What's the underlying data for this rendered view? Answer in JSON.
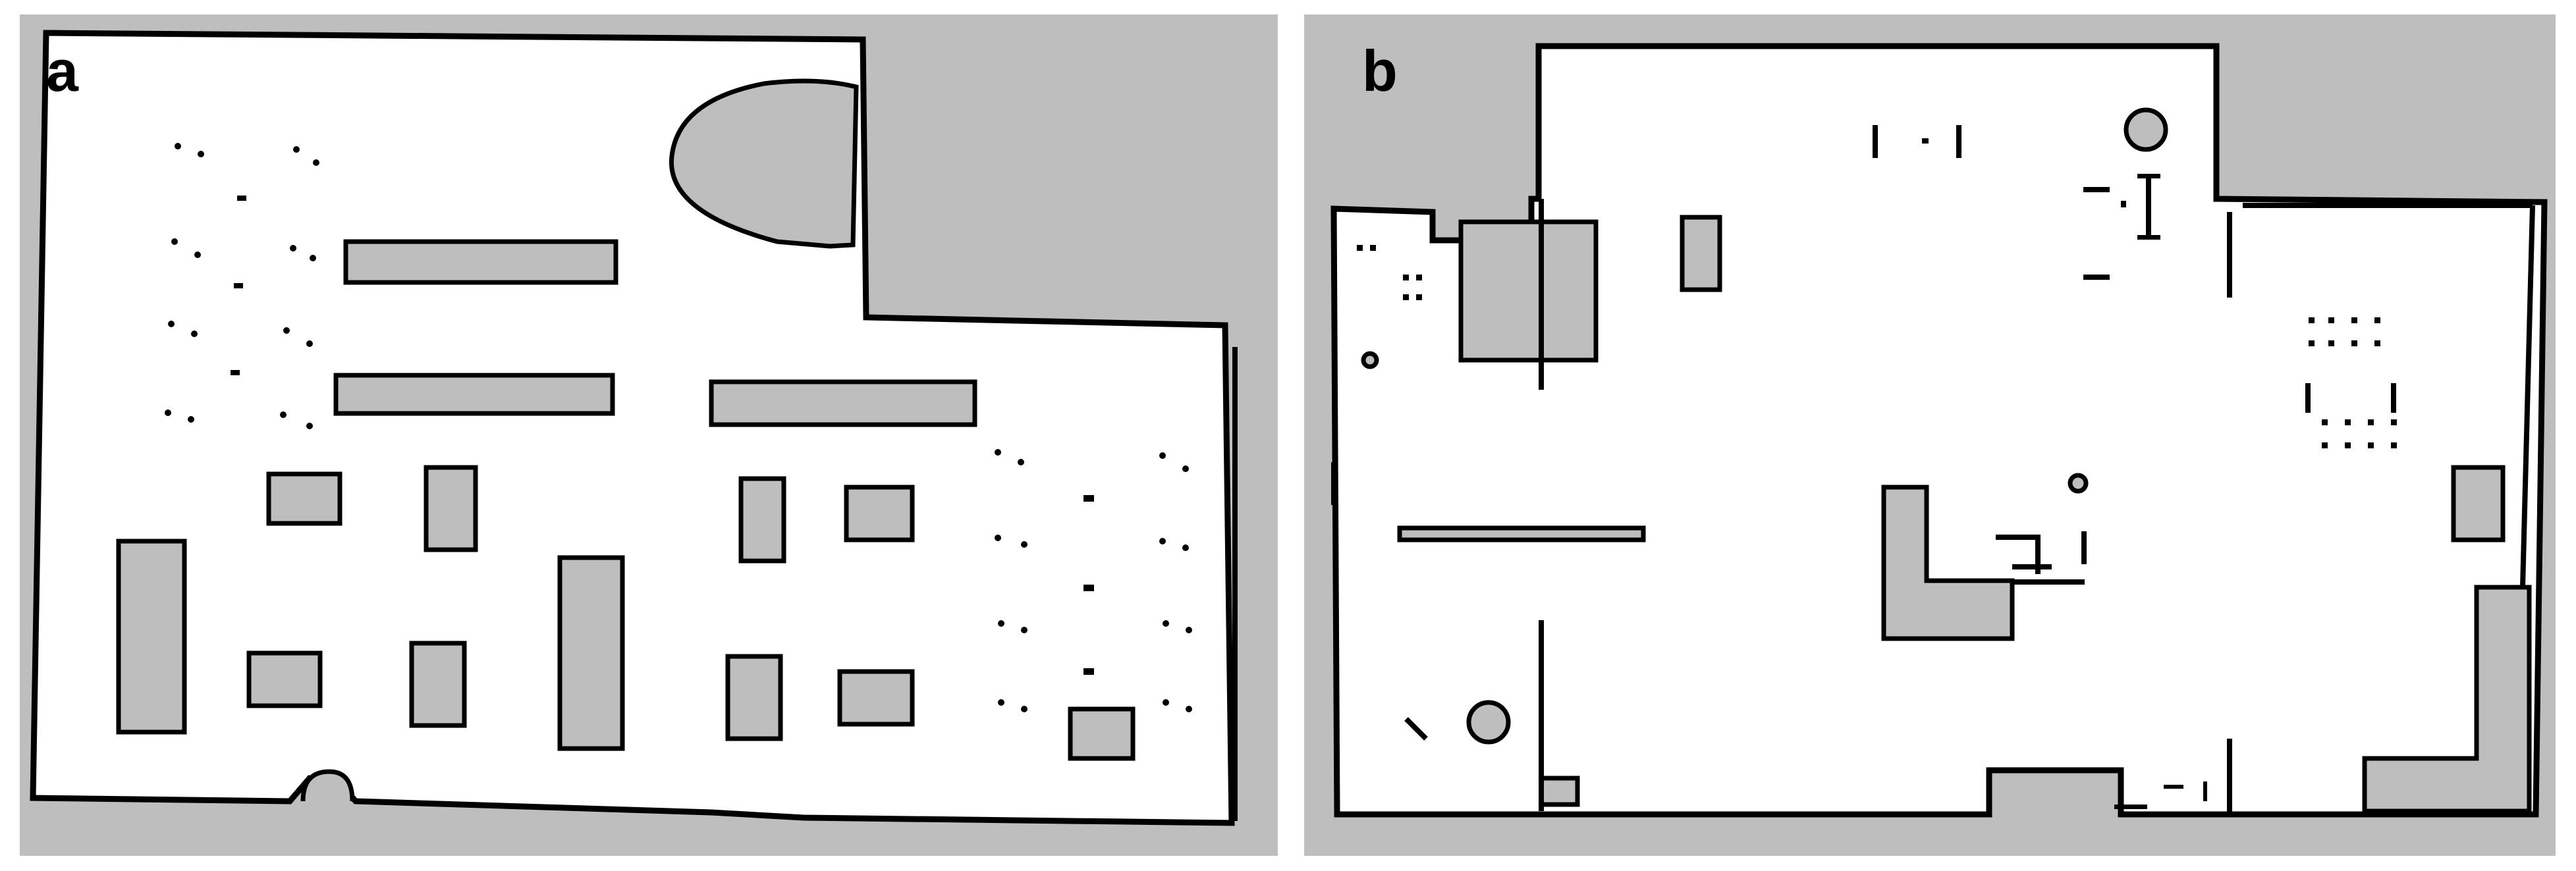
{
  "panels": [
    {
      "id": "a",
      "label": "a",
      "background": "#bebebe",
      "free_space": "#ffffff",
      "obstacle": "#bebebe",
      "wall": "#000000"
    },
    {
      "id": "b",
      "label": "b",
      "background": "#bebebe",
      "free_space": "#ffffff",
      "obstacle": "#bebebe",
      "wall": "#000000"
    }
  ]
}
